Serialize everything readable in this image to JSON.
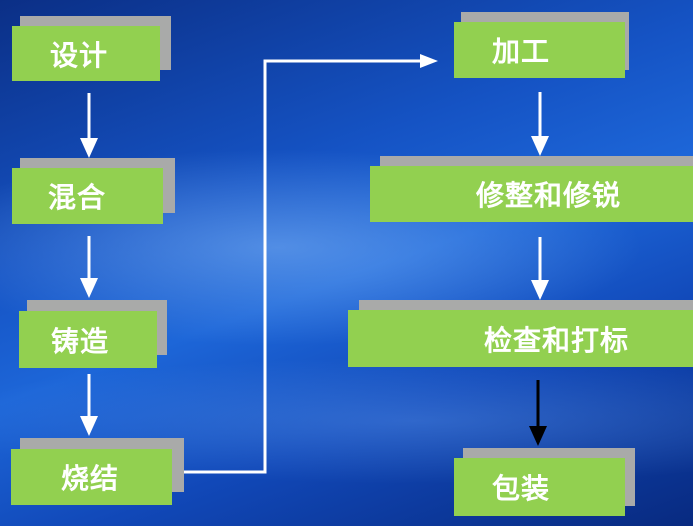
{
  "steps": {
    "design": "设计",
    "mixing": "混合",
    "molding": "铸造",
    "sintering": "烧结",
    "machining": "加工",
    "dressing": "修整和修锐",
    "inspection": "检查和打标",
    "packaging": "包装"
  },
  "colors": {
    "box_fill": "#92d050",
    "box_shadow": "#a9aaa9",
    "text": "#ffffff",
    "arrow_white": "#ffffff",
    "arrow_black": "#000000"
  }
}
